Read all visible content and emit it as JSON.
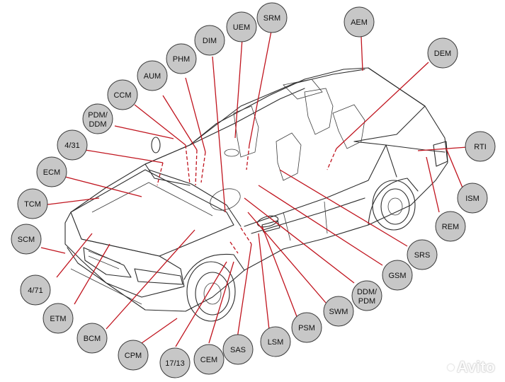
{
  "watermark": "Avito",
  "modules": [
    {
      "id": "srm",
      "lines": [
        "SRM"
      ]
    },
    {
      "id": "uem",
      "lines": [
        "UEM"
      ]
    },
    {
      "id": "dim",
      "lines": [
        "DIM"
      ]
    },
    {
      "id": "phm",
      "lines": [
        "PHM"
      ]
    },
    {
      "id": "aum",
      "lines": [
        "AUM"
      ]
    },
    {
      "id": "ccm",
      "lines": [
        "CCM"
      ]
    },
    {
      "id": "pdm-ddm",
      "lines": [
        "PDM/",
        "DDM"
      ]
    },
    {
      "id": "4-31",
      "lines": [
        "4/31"
      ]
    },
    {
      "id": "ecm",
      "lines": [
        "ECM"
      ]
    },
    {
      "id": "tcm",
      "lines": [
        "TCM"
      ]
    },
    {
      "id": "scm",
      "lines": [
        "SCM"
      ]
    },
    {
      "id": "4-71",
      "lines": [
        "4/71"
      ]
    },
    {
      "id": "etm",
      "lines": [
        "ETM"
      ]
    },
    {
      "id": "bcm",
      "lines": [
        "BCM"
      ]
    },
    {
      "id": "cpm",
      "lines": [
        "CPM"
      ]
    },
    {
      "id": "17-13",
      "lines": [
        "17/13"
      ]
    },
    {
      "id": "cem",
      "lines": [
        "CEM"
      ]
    },
    {
      "id": "sas",
      "lines": [
        "SAS"
      ]
    },
    {
      "id": "lsm",
      "lines": [
        "LSM"
      ]
    },
    {
      "id": "psm",
      "lines": [
        "PSM"
      ]
    },
    {
      "id": "swm",
      "lines": [
        "SWM"
      ]
    },
    {
      "id": "ddm-pdm",
      "lines": [
        "DDM/",
        "PDM"
      ]
    },
    {
      "id": "gsm",
      "lines": [
        "GSM"
      ]
    },
    {
      "id": "srs",
      "lines": [
        "SRS"
      ]
    },
    {
      "id": "rem",
      "lines": [
        "REM"
      ]
    },
    {
      "id": "ism",
      "lines": [
        "ISM"
      ]
    },
    {
      "id": "rti",
      "lines": [
        "RTI"
      ]
    },
    {
      "id": "dem",
      "lines": [
        "DEM"
      ]
    },
    {
      "id": "aem",
      "lines": [
        "AEM"
      ]
    }
  ]
}
